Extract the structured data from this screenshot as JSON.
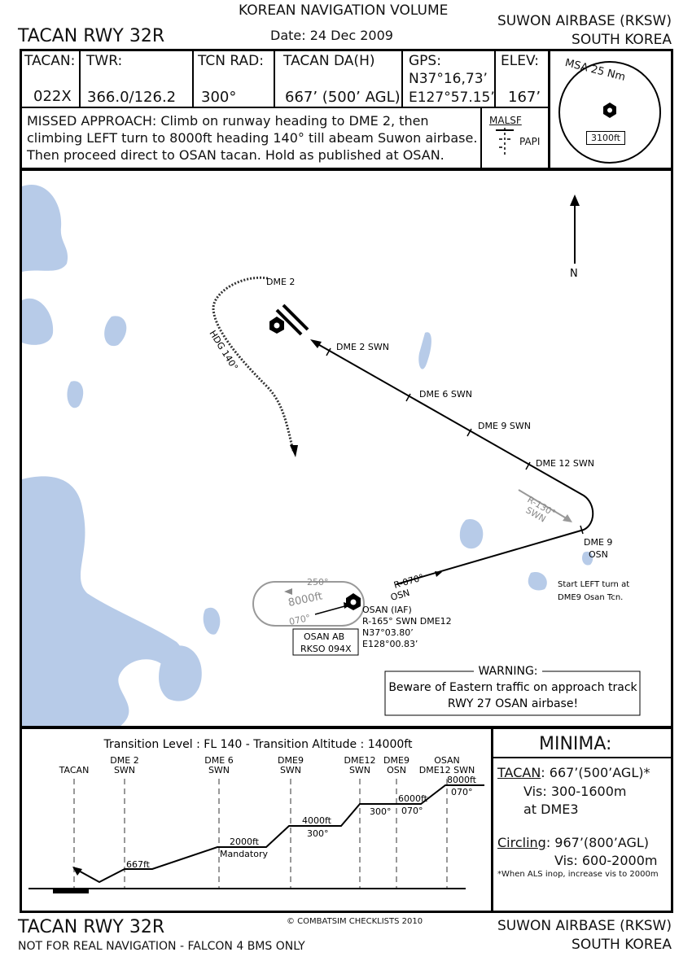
{
  "header": {
    "volume": "KOREAN NAVIGATION VOLUME",
    "procedure": "TACAN RWY 32R",
    "date": "Date: 24 Dec 2009",
    "airbase": "SUWON AIRBASE (RKSW)",
    "country": "SOUTH KOREA"
  },
  "info": {
    "tacan_label": "TACAN:",
    "tacan_value": "022X",
    "twr_label": "TWR:",
    "twr_value": "366.0/126.2",
    "tcn_rad_label": "TCN RAD:",
    "tcn_rad_value": "300°",
    "tacan_da_label": "TACAN DA(H)",
    "tacan_da_value": "667’ (500’ AGL)",
    "gps_label": "GPS:",
    "gps_n": "N37°16,73’",
    "gps_e": "E127°57.15’",
    "elev_label": "ELEV:",
    "elev_value": "167’"
  },
  "msa": {
    "label": "MSA 25 Nm",
    "altitude": "3100ft"
  },
  "missed_approach": {
    "line1": "MISSED APPROACH: Climb on runway heading to DME 2, then",
    "line2": "climbing LEFT turn to 8000ft  heading 140° till abeam Suwon airbase.",
    "line3": "Then proceed direct to OSAN tacan. Hold as published at OSAN."
  },
  "lighting": {
    "approach": "MALSF",
    "papi": "PAPI"
  },
  "plan": {
    "north": "N",
    "dme2": "DME 2",
    "hdg140": "HDG 140°",
    "dme2_swn": "DME 2 SWN",
    "dme6_swn": "DME 6 SWN",
    "dme9_swn": "DME 9 SWN",
    "dme12_swn": "DME 12 SWN",
    "r130": "R-130°",
    "r130_swn": "SWN",
    "dme9": "DME 9",
    "osn": "OSN",
    "start_turn_1": "Start LEFT turn at",
    "start_turn_2": "DME9 Osan Tcn.",
    "r070": "R-070°",
    "r070_osn": "OSN",
    "hold_250": "250°",
    "hold_alt": "8000ft",
    "hold_070": "070°",
    "osan_iaf": "OSAN (IAF)",
    "osan_r165": "R-165° SWN DME12",
    "osan_n": "N37°03.80’",
    "osan_e": "E128°00.83’",
    "osan_ab": "OSAN  AB",
    "osan_rkso": "RKSO 094X",
    "warning_title": "WARNING:",
    "warning_1": "Beware of Eastern traffic on approach track",
    "warning_2": "RWY 27 OSAN airbase!"
  },
  "profile": {
    "transition": "Transition Level : FL 140  -  Transition Altitude : 14000ft",
    "fixes": [
      {
        "line1": "TACAN",
        "line2": ""
      },
      {
        "line1": "DME 2",
        "line2": "SWN"
      },
      {
        "line1": "DME 6",
        "line2": "SWN"
      },
      {
        "line1": "DME9",
        "line2": "SWN"
      },
      {
        "line1": "DME12",
        "line2": "SWN"
      },
      {
        "line1": "DME9",
        "line2": "OSN"
      },
      {
        "line1": "OSAN",
        "line2": "DME12 SWN"
      }
    ],
    "alt_667": "667ft",
    "alt_2000": "2000ft",
    "mandatory": "Mandatory",
    "alt_4000": "4000ft",
    "crs_300a": "300°",
    "crs_300b": "300°",
    "alt_6000": "6000ft",
    "crs_070a": "070°",
    "alt_8000": "8000ft",
    "crs_070b": "070°"
  },
  "minima": {
    "title": "MINIMA:",
    "tacan_label": "TACAN",
    "tacan_value": ": 667’(500’AGL)*",
    "tacan_vis": "Vis: 300-1600m",
    "tacan_at": "at DME3",
    "circling_label": "Circling",
    "circling_value": ": 967’(800’AGL)",
    "circling_vis": "Vis: 600-2000m",
    "note": "*When ALS inop, increase vis to 2000m"
  },
  "footer": {
    "procedure": "TACAN RWY 32R",
    "disclaimer": "NOT FOR REAL NAVIGATION - FALCON 4 BMS ONLY",
    "copyright": "© COMBATSIM CHECKLISTS 2010",
    "airbase": "SUWON AIRBASE (RKSW)",
    "country": "SOUTH KOREA"
  },
  "colors": {
    "water": "#b7cbe8",
    "line": "#111111",
    "gray_track": "#999999"
  }
}
